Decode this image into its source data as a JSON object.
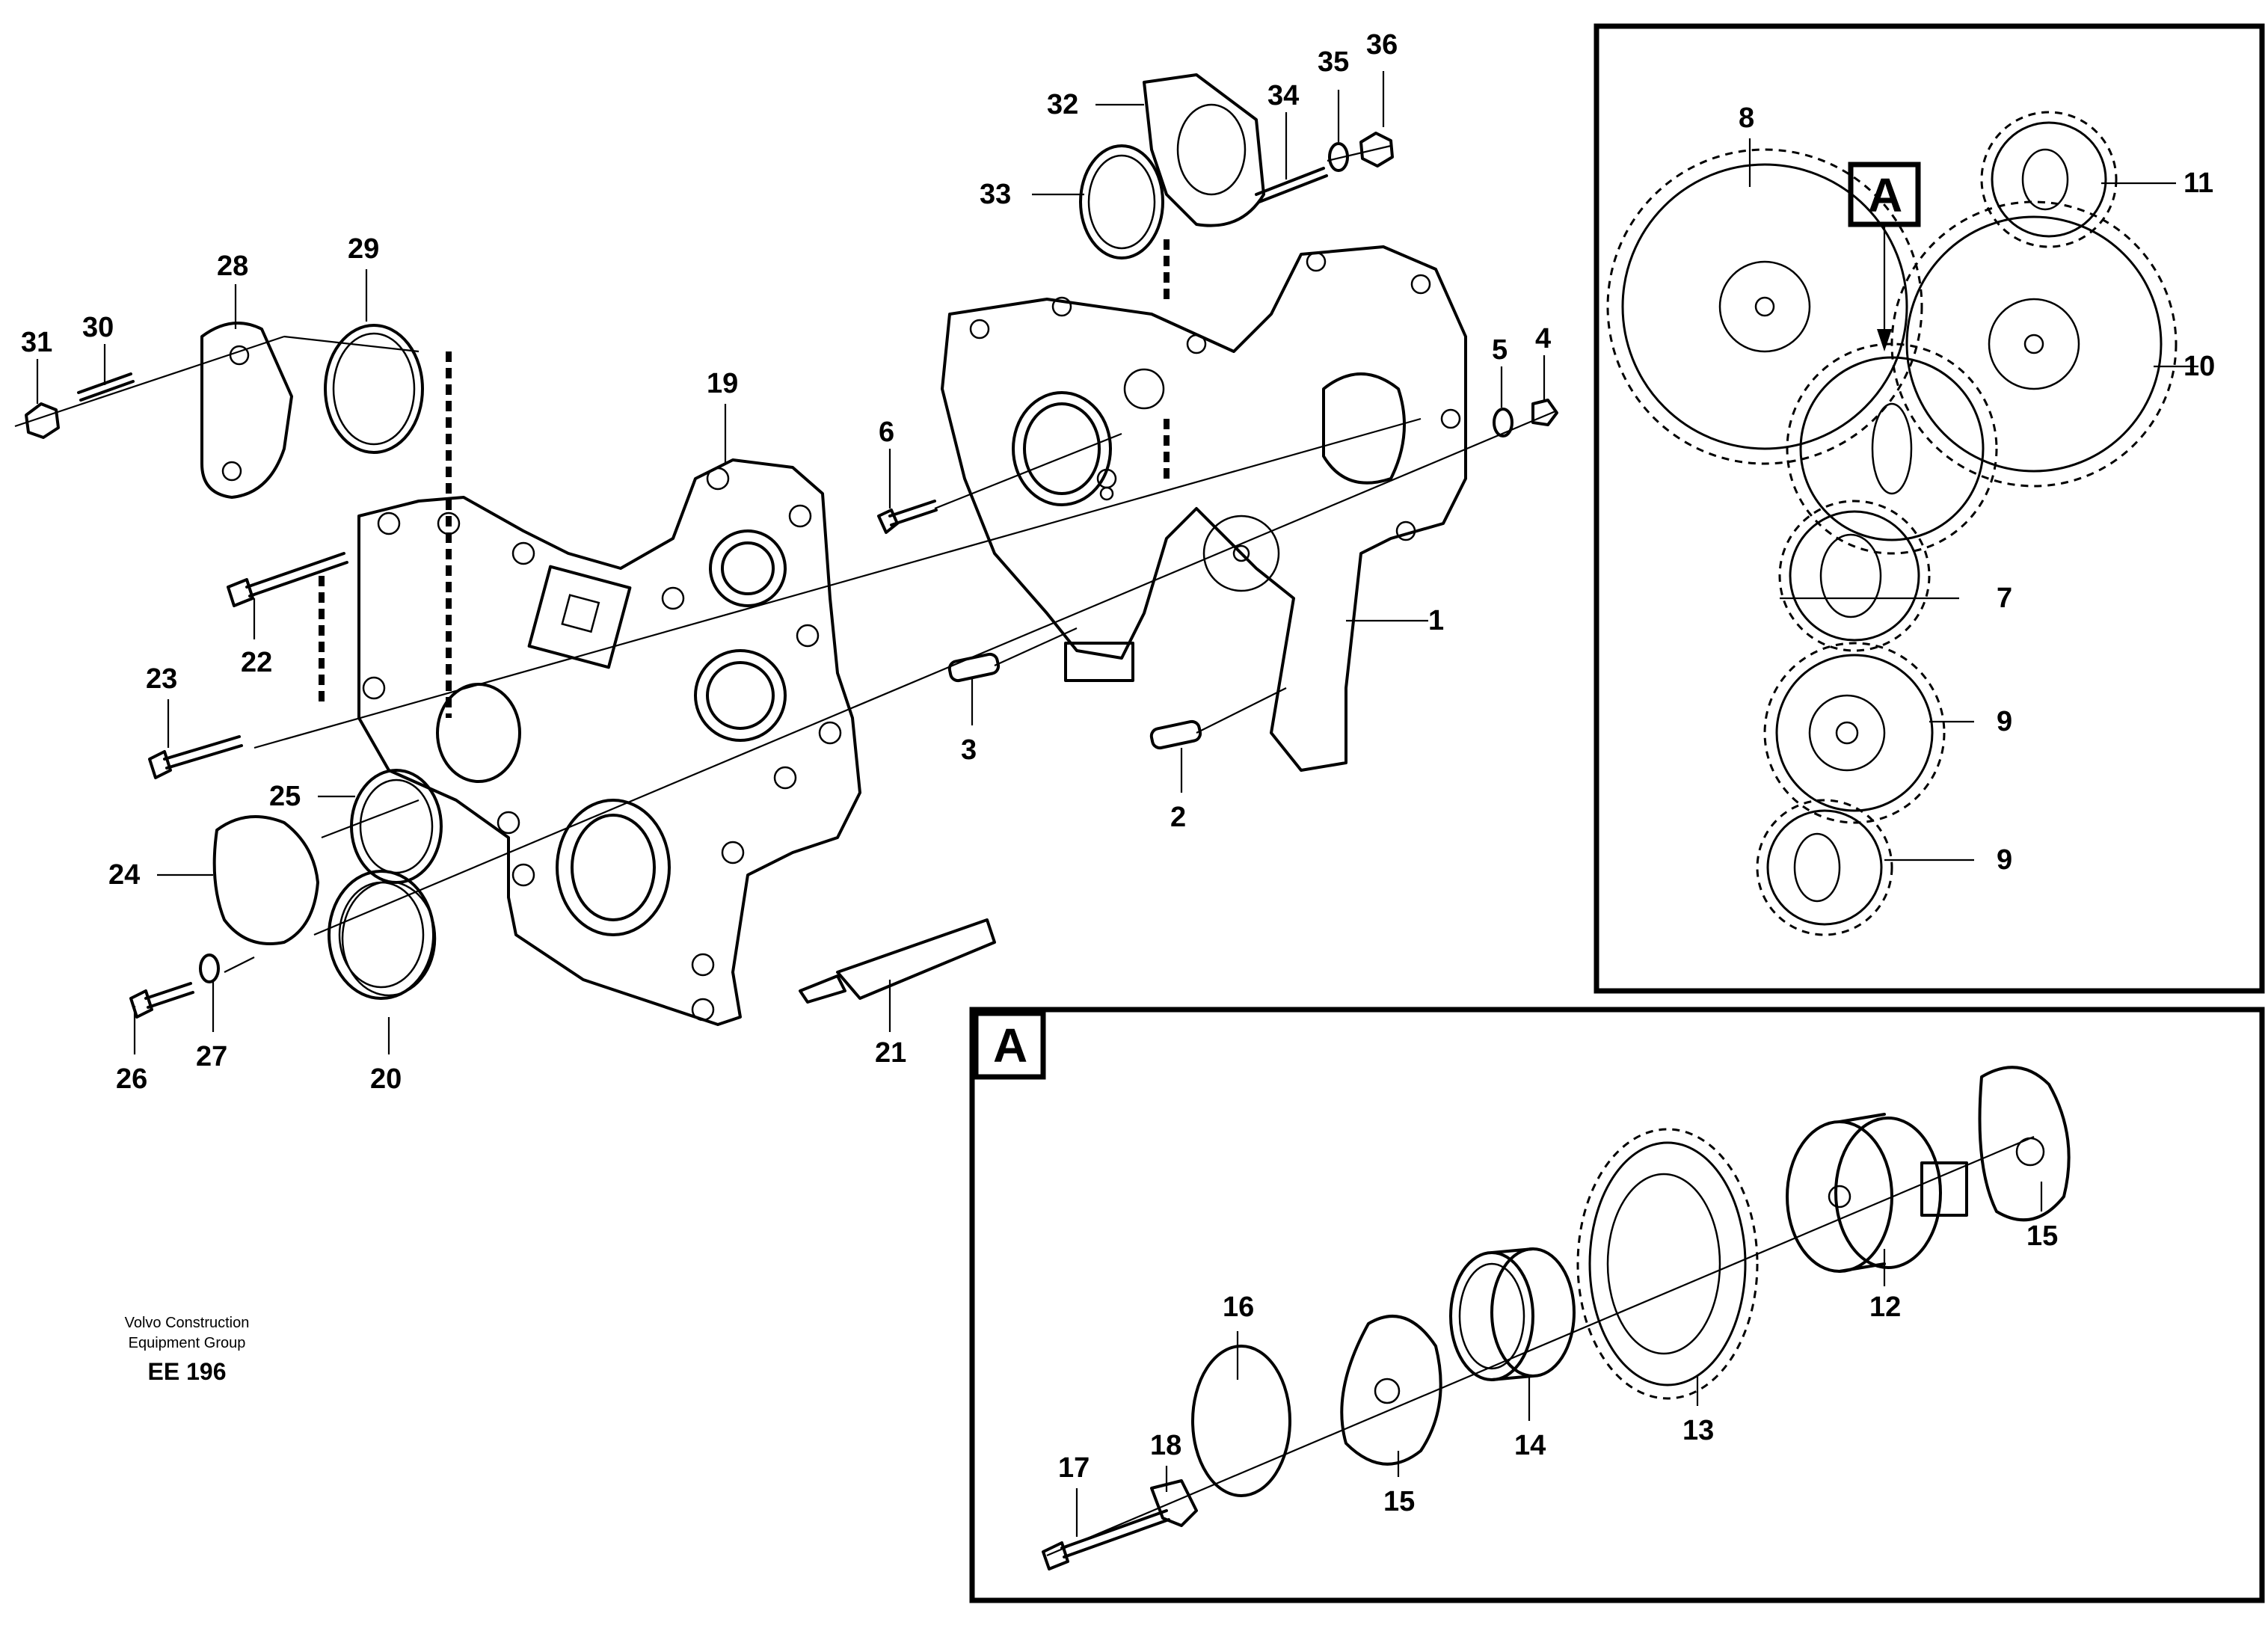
{
  "diagram": {
    "credit_line1": "Volvo Construction",
    "credit_line2": "Equipment Group",
    "code": "EE 196",
    "detail_marker": "A",
    "detail_box_label": "A",
    "callouts": {
      "c1": "1",
      "c2": "2",
      "c3": "3",
      "c4": "4",
      "c5": "5",
      "c6": "6",
      "c7": "7",
      "c8": "8",
      "c9a": "9",
      "c9b": "9",
      "c10": "10",
      "c11": "11",
      "c12": "12",
      "c13": "13",
      "c14": "14",
      "c15a": "15",
      "c15b": "15",
      "c16": "16",
      "c17": "17",
      "c18": "18",
      "c19": "19",
      "c20": "20",
      "c21": "21",
      "c22": "22",
      "c23": "23",
      "c24": "24",
      "c25": "25",
      "c26": "26",
      "c27": "27",
      "c28": "28",
      "c29": "29",
      "c30": "30",
      "c31": "31",
      "c32": "32",
      "c33": "33",
      "c34": "34",
      "c35": "35",
      "c36": "36"
    }
  }
}
